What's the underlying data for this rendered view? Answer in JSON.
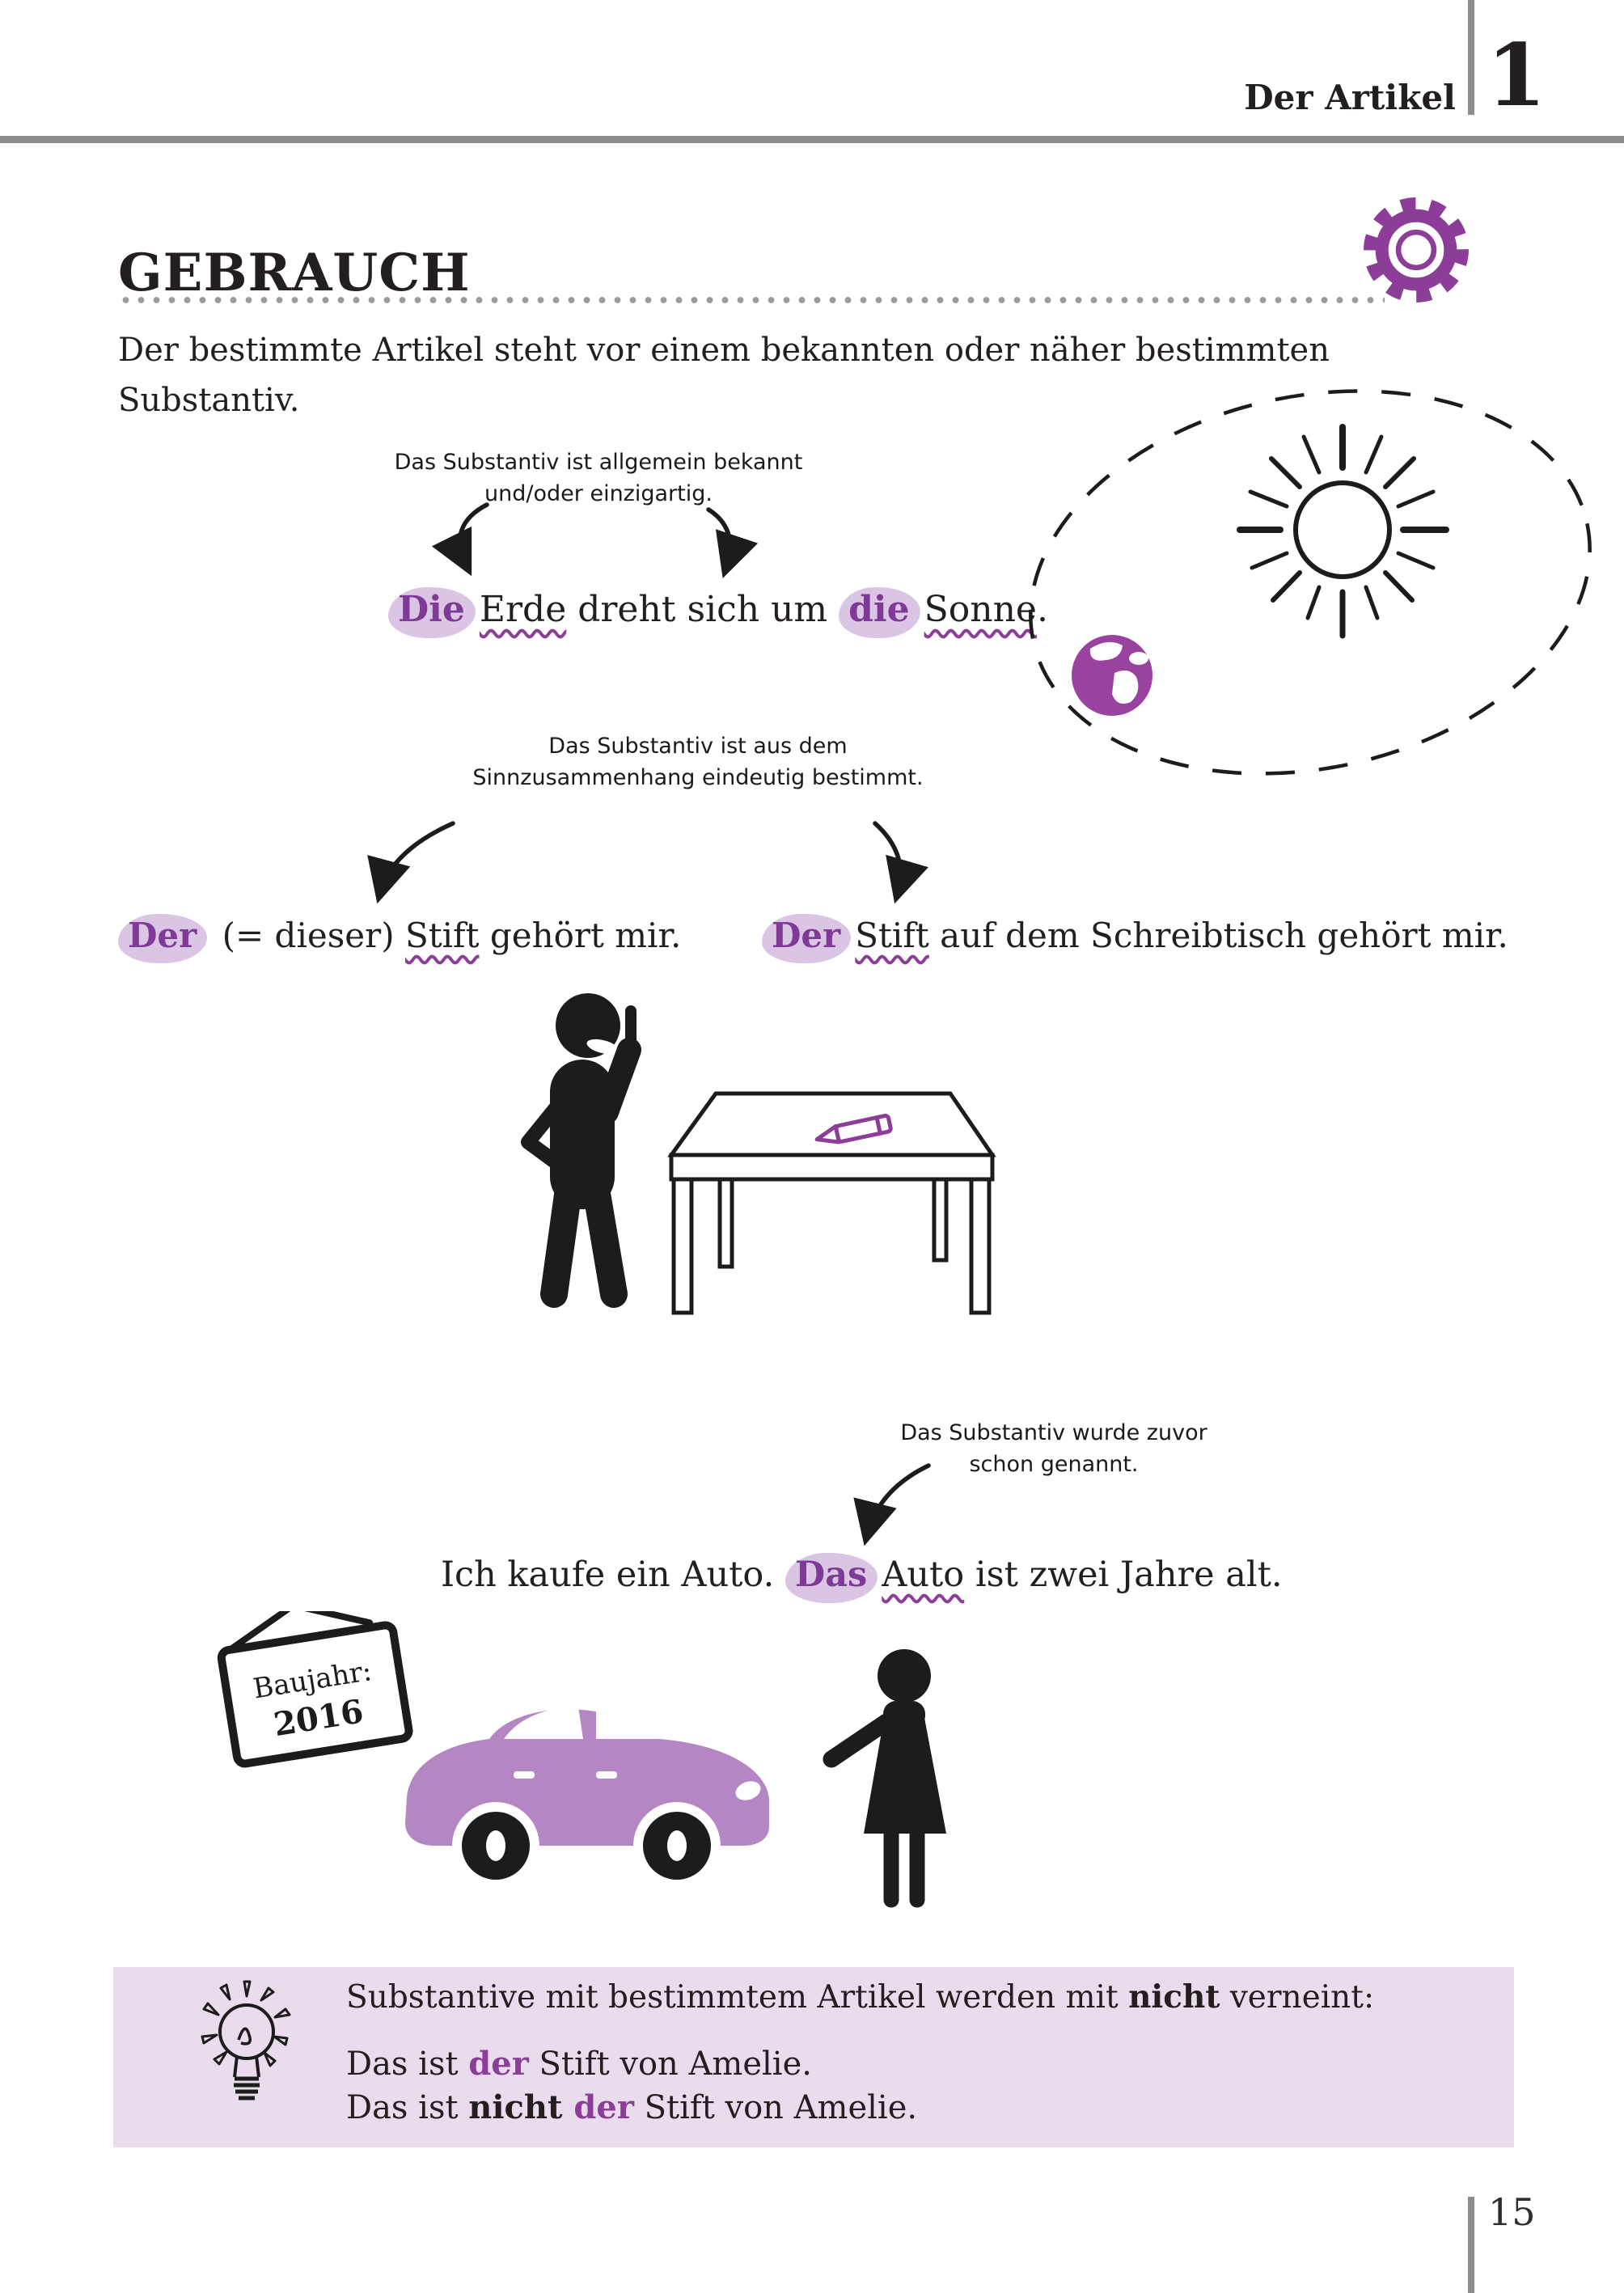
{
  "header": {
    "chapter_label": "Der Artikel",
    "chapter_number": "1"
  },
  "section": {
    "title": "GEBRAUCH",
    "intro": "Der bestimmte Artikel steht vor einem bekannten oder näher bestimmten Substantiv."
  },
  "notes": {
    "note1_line1": "Das Substantiv ist allgemein bekannt",
    "note1_line2": "und/oder einzigartig.",
    "note2_line1": "Das Substantiv ist aus dem",
    "note2_line2": "Sinnzusammenhang eindeutig bestimmt.",
    "note3_line1": "Das Substantiv wurde zuvor",
    "note3_line2": "schon genannt."
  },
  "sentences": {
    "s1": {
      "art1": "Die",
      "noun1": "Erde",
      "mid": " dreht sich um ",
      "art2": "die",
      "noun2": "Sonne",
      "end": "."
    },
    "s2a": {
      "art": "Der",
      "mid": " (= dieser) ",
      "noun": "Stift",
      "end": " gehört mir."
    },
    "s2b": {
      "art": "Der",
      "noun": "Stift",
      "end": " auf dem Schreibtisch gehört mir."
    },
    "s3": {
      "start": "Ich kaufe ein Auto. ",
      "art": "Das",
      "noun": "Auto",
      "end": " ist zwei Jahre alt."
    }
  },
  "sign": {
    "line1": "Baujahr:",
    "line2": "2016"
  },
  "tip_box": {
    "line1_pre": "Substantive mit bestimmtem Artikel werden mit ",
    "line1_bold": "nicht",
    "line1_post": " verneint:",
    "line2_pre": "Das ist ",
    "line2_article": "der",
    "line2_post": " Stift von Amelie.",
    "line3_pre": "Das ist ",
    "line3_bold": "nicht ",
    "line3_article": "der",
    "line3_post": " Stift von Amelie."
  },
  "footer": {
    "page_number": "15"
  },
  "colors": {
    "accent_purple": "#8c3d98",
    "highlight_lavender": "#dbc5e4",
    "tip_box_background": "#e9dcec",
    "car_purple": "#b487c4",
    "rule_gray": "#8d8d8f"
  }
}
